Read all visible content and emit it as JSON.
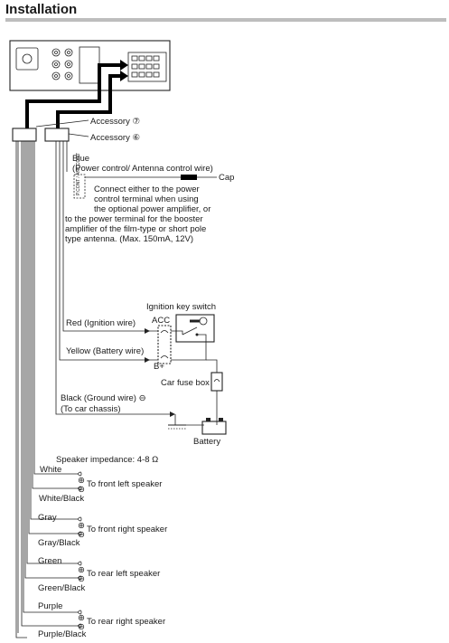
{
  "heading": "Installation",
  "unit": {
    "accessory_7": "Accessory ⑦",
    "accessory_6": "Accessory ⑥"
  },
  "blue_wire": {
    "label": "Blue",
    "label2": "(Power control/ Antenna control wire)",
    "cap": "Cap",
    "connector_text": "P.CONT / ANT.CONT",
    "note_lines": [
      "Connect either to the power",
      "control terminal when using",
      "the optional power amplifier, or",
      "to the power terminal for the booster",
      "amplifier of the film-type or short pole",
      "type antenna. (Max. 150mA, 12V)"
    ]
  },
  "power": {
    "ignition_key_switch": "Ignition key switch",
    "acc": "ACC",
    "red": "Red (Ignition wire)",
    "yellow": "Yellow (Battery wire)",
    "b_plus": "B+",
    "car_fuse_box": "Car fuse box",
    "black": "Black (Ground wire) ⊖",
    "to_chassis": "(To car chassis)",
    "battery": "Battery"
  },
  "speakers": {
    "impedance": "Speaker impedance: 4-8 Ω",
    "plus": "⊕",
    "minus": "⊖",
    "groups": [
      {
        "wire_top": "White",
        "wire_bottom": "White/Black",
        "dest": "To front left speaker"
      },
      {
        "wire_top": "Gray",
        "wire_bottom": "Gray/Black",
        "dest": "To front right speaker"
      },
      {
        "wire_top": "Green",
        "wire_bottom": "Green/Black",
        "dest": "To rear left speaker"
      },
      {
        "wire_top": "Purple",
        "wire_bottom": "Purple/Black",
        "dest": "To rear right speaker"
      }
    ]
  }
}
